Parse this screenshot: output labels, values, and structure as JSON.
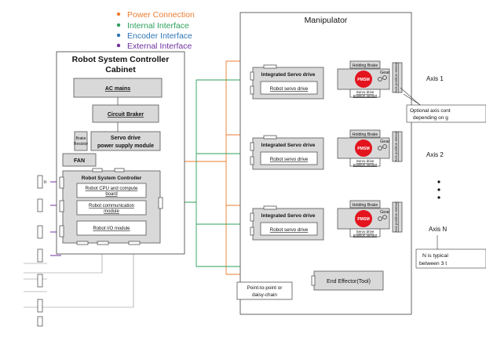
{
  "legend": {
    "power": "Power Connection",
    "internal": "Internal Interface",
    "encoder": "Encoder Interface",
    "external": "External Interface"
  },
  "colors": {
    "power": "#ed7d31",
    "internal": "#2ca05a",
    "encoder": "#2e75b6",
    "external": "#7030a0",
    "box_fill": "#d9d9d9",
    "motor": "#e3141e"
  },
  "cabinet": {
    "title_line1": "Robot System Controller",
    "title_line2": "Cabinet",
    "ac_mains": "AC mains",
    "circuit_breaker": "Circuit Braker",
    "brake_resistor_line1": "Brake",
    "brake_resistor_line2": "Resistor",
    "servo_supply_line1": "Servo drive",
    "servo_supply_line2": "power supply module",
    "fan": "FAN",
    "controller_title": "Robot System Controller",
    "cpu_line1": "Robot CPU and compute",
    "cpu_line2": "board",
    "comm_line1": "Robot communication",
    "comm_line2": "module",
    "io": "Robot I/O module"
  },
  "manipulator": {
    "title": "Manipulator",
    "integrated_drive": "Integrated Servo drive",
    "robot_servo_drive": "Robot servo drive",
    "holding_brake": "Holding Brake",
    "motor": "PMSM",
    "gear": "Gear",
    "position_sensor_line1": "Servo drive",
    "position_sensor_line2": "position sensor",
    "axis_sensor_label": "Axis position sensor",
    "axes": [
      "Axis 1",
      "Axis 2",
      "Axis N"
    ],
    "end_effector": "End Effector(Tool)",
    "point_to_point_line1": "Point-to-point or",
    "point_to_point_line2": "daisy-chain",
    "optional_note_line1": "Optional axis cont",
    "optional_note_line2": "depending on g",
    "typical_note_line1": "N is typical",
    "typical_note_line2": "between 3 t"
  },
  "external_ports": {
    "port1_label": "n"
  }
}
